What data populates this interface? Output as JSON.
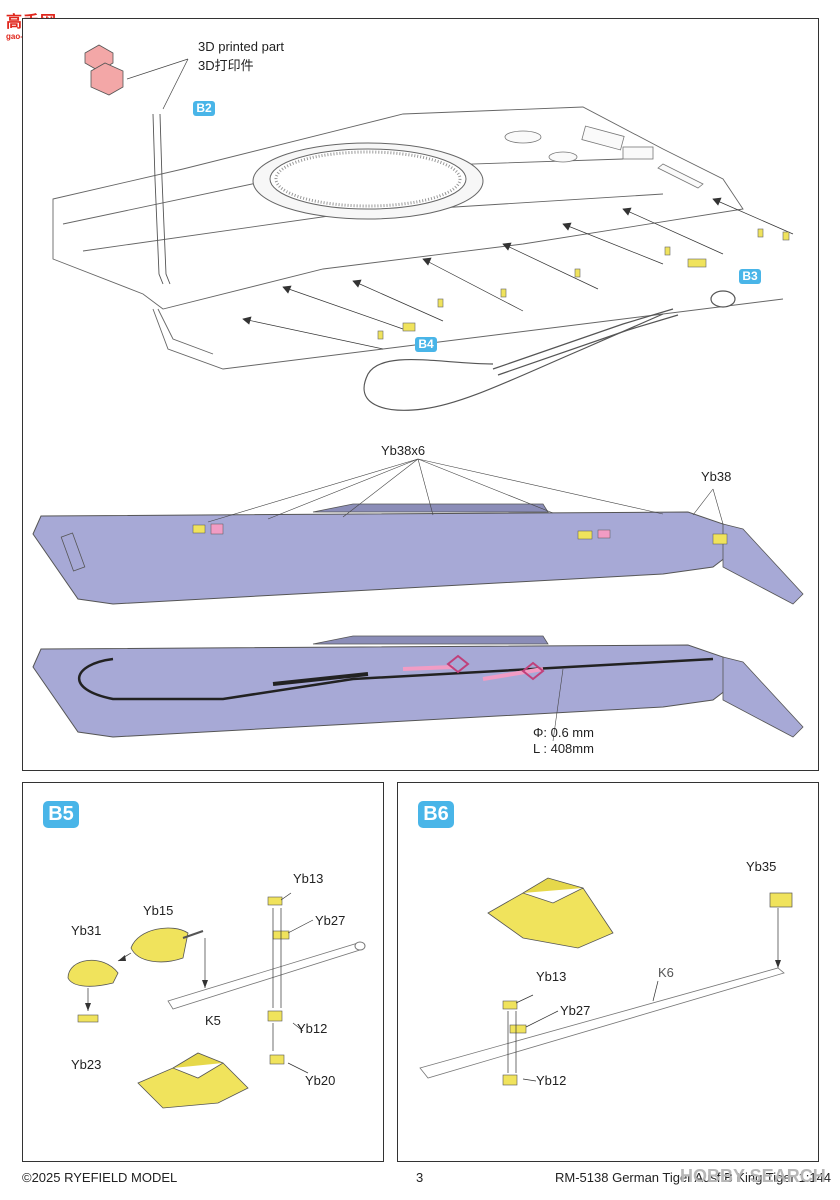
{
  "site_logo": {
    "name": "高手网",
    "url_text": "gao-shou.com"
  },
  "top": {
    "printed_part_en": "3D printed part",
    "printed_part_cn": "3D打印件",
    "steps": {
      "b2": "B2",
      "b3": "B3",
      "b4": "B4"
    },
    "yb38x6": "Yb38x6",
    "yb38": "Yb38",
    "wire_dia": "Φ: 0.6 mm",
    "wire_len": "L : 408mm"
  },
  "b5": {
    "step": "B5",
    "parts": {
      "yb13": "Yb13",
      "yb15": "Yb15",
      "yb31": "Yb31",
      "yb27": "Yb27",
      "k5": "K5",
      "yb12": "Yb12",
      "yb23": "Yb23",
      "yb20": "Yb20"
    }
  },
  "b6": {
    "step": "B6",
    "parts": {
      "yb35": "Yb35",
      "k6": "K6",
      "yb13": "Yb13",
      "yb27": "Yb27",
      "yb12": "Yb12"
    }
  },
  "footer": {
    "copyright": "©2025 RYEFIELD MODEL",
    "page": "3",
    "product": "RM-5138 German Tiger Ausf.B King Tiger 1:144"
  },
  "watermark": "HOBBY SEARCH",
  "colors": {
    "step_badge": "#49b5e8",
    "part_yellow": "#f0e35c",
    "hull_purple": "#a7a9d6",
    "part_pink": "#f19cc4",
    "printed_part": "#f3a7a7"
  }
}
